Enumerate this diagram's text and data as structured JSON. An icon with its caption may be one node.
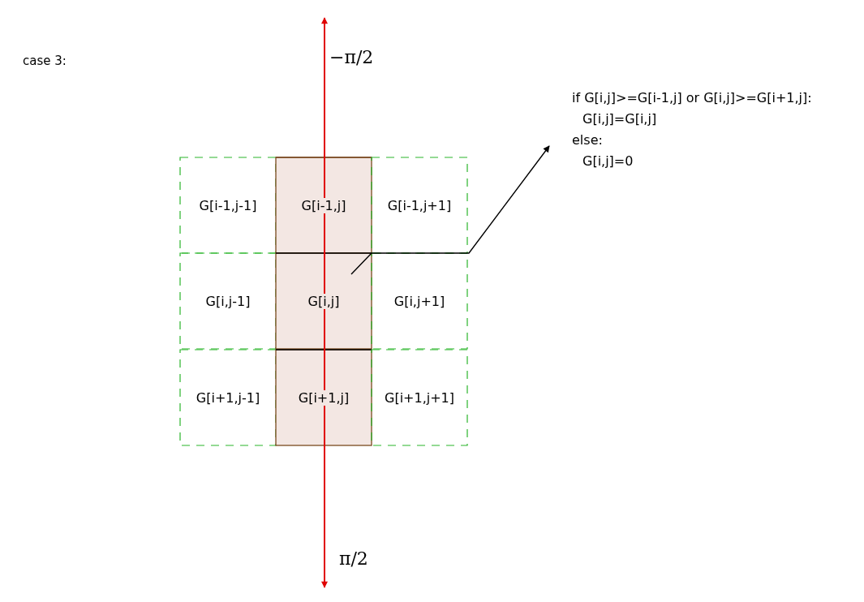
{
  "diagram": {
    "nodes": [
      {
        "text": [
          "G[i-1,j-1]"
        ]
      },
      {
        "text": [
          "G[i-1,j]"
        ]
      },
      {
        "text": [
          "G[i-1,j+1]"
        ]
      },
      {
        "text": [
          "G[i,j-1]"
        ]
      },
      {
        "text": [
          "G[i,j]"
        ]
      },
      {
        "text": [
          "G[i,j+1]"
        ]
      },
      {
        "text": [
          "G[i+1,j-1]"
        ]
      },
      {
        "text": [
          "G[i+1,j]"
        ]
      },
      {
        "text": [
          "G[i+1,j+1]"
        ]
      },
      {
        "text": [
          "if G[i,j]>=G[i-1,j] or G[i,j]>=G[i+1,j]:",
          "G[i,j]=G[i,j]",
          "else:",
          "G[i,j]=0"
        ]
      }
    ],
    "edges": [
      {
        "from": 4,
        "to": 9,
        "arrow": "to"
      }
    ],
    "labels": [
      "case 3:",
      "−π/2",
      "π/2"
    ]
  }
}
